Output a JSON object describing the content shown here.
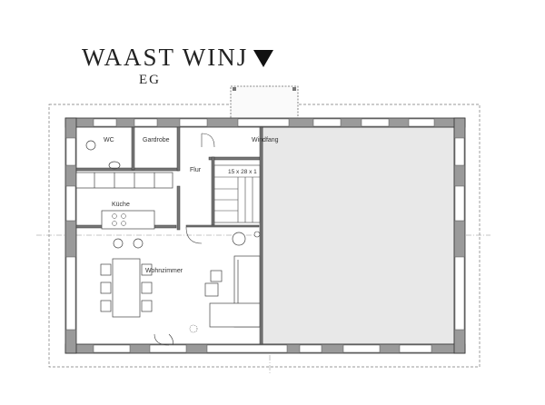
{
  "header": {
    "title": "WAAST WINJ",
    "floor": "EG"
  },
  "rooms": {
    "wc": "WC",
    "gardrobe": "Gardrobe",
    "windfang": "Windfang",
    "flur": "Flur",
    "stair": "15 x 28 x 1",
    "kueche": "Küche",
    "wohnzimmer": "Wohnzimmer"
  },
  "colors": {
    "wall": "#9a9a9a",
    "wall_edge": "#333333",
    "annex_fill": "#e8e8e8",
    "dashed": "#777777"
  }
}
